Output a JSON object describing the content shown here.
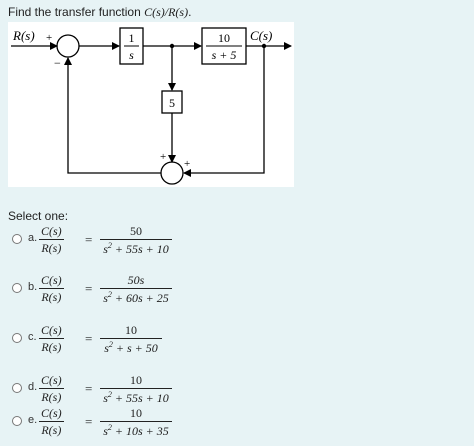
{
  "question": {
    "prefix": "Find the transfer function ",
    "expr": "C(s)/R(s)",
    "suffix": "."
  },
  "diagram": {
    "input_label": "R(s)",
    "output_label": "C(s)",
    "block_integrator_num": "1",
    "block_integrator_den": "s",
    "block_plant_num": "10",
    "block_plant_den": "s + 5",
    "block_gain": "5",
    "sum1_plus": "+",
    "sum1_minus": "−",
    "sum2_plus_top": "+",
    "sum2_plus_right": "+"
  },
  "select_label": "Select one:",
  "options": [
    {
      "letter": "a.",
      "lhs_num": "C(s)",
      "lhs_den": "R(s)",
      "equals": "=",
      "rhs_num": "50",
      "rhs_den_pre": "s",
      "rhs_den_sup": "2",
      "rhs_den_post": " + 55s + 10"
    },
    {
      "letter": "b.",
      "lhs_num": "C(s)",
      "lhs_den": "R(s)",
      "equals": "=",
      "rhs_num": "50s",
      "rhs_den_pre": "s",
      "rhs_den_sup": "2",
      "rhs_den_post": " + 60s + 25"
    },
    {
      "letter": "c.",
      "lhs_num": "C(s)",
      "lhs_den": "R(s)",
      "equals": "=",
      "rhs_num": "10",
      "rhs_den_pre": "s",
      "rhs_den_sup": "2",
      "rhs_den_post": " + s + 50"
    },
    {
      "letter": "d.",
      "lhs_num": "C(s)",
      "lhs_den": "R(s)",
      "equals": "=",
      "rhs_num": "10",
      "rhs_den_pre": "s",
      "rhs_den_sup": "2",
      "rhs_den_post": " + 55s + 10"
    },
    {
      "letter": "e.",
      "lhs_num": "C(s)",
      "lhs_den": "R(s)",
      "equals": "=",
      "rhs_num": "10",
      "rhs_den_pre": "s",
      "rhs_den_sup": "2",
      "rhs_den_post": " + 10s + 35"
    }
  ]
}
